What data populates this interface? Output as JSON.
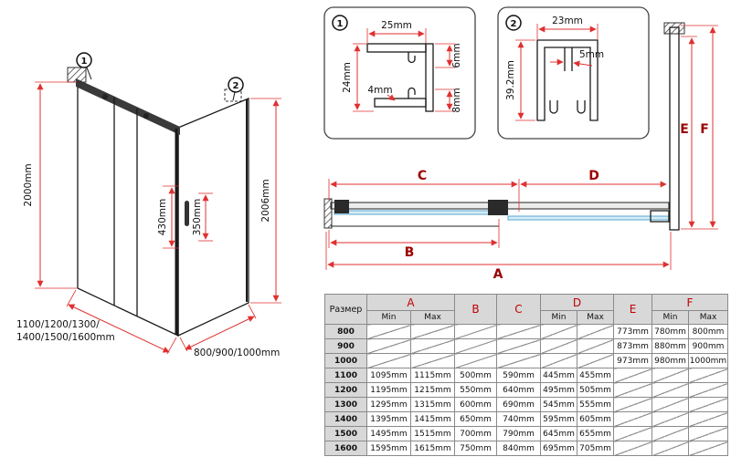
{
  "colors": {
    "dimension_red": "#e03030",
    "plan_label_red": "#9b0000",
    "table_letter_red": "#c00000",
    "glass_blue": "#58a7cf",
    "header_gray": "#d8d8d8"
  },
  "drawing": {
    "callout1": "1",
    "callout2": "2",
    "left_height": "2000mm",
    "handle_dim_outer": "430mm",
    "handle_dim_inner": "350mm",
    "right_height": "2006mm",
    "width_range_line1": "1100/1200/1300/",
    "width_range_line2": "1400/1500/1600mm",
    "depth_range": "800/900/1000mm"
  },
  "detail1": {
    "callout": "1",
    "dim_top": "25mm",
    "dim_left": "24mm",
    "dim_right_top": "6mm",
    "dim_inner": "4mm",
    "dim_right_bottom": "8mm"
  },
  "detail2": {
    "callout": "2",
    "dim_top": "23mm",
    "dim_slot": "5mm",
    "dim_left": "39.2mm"
  },
  "plan": {
    "label_a": "A",
    "label_b": "B",
    "label_c": "C",
    "label_d": "D",
    "label_e": "E",
    "label_f": "F"
  },
  "table": {
    "size_header": "Размер",
    "col_a": "A",
    "col_b": "B",
    "col_c": "C",
    "col_d": "D",
    "col_e": "E",
    "col_f": "F",
    "min": "Min",
    "max": "Max",
    "rows": [
      {
        "size": "800",
        "e": "773mm",
        "f_min": "780mm",
        "f_max": "800mm"
      },
      {
        "size": "900",
        "e": "873mm",
        "f_min": "880mm",
        "f_max": "900mm"
      },
      {
        "size": "1000",
        "e": "973mm",
        "f_min": "980mm",
        "f_max": "1000mm"
      },
      {
        "size": "1100",
        "a_min": "1095mm",
        "a_max": "1115mm",
        "b": "500mm",
        "c": "590mm",
        "d_min": "445mm",
        "d_max": "455mm"
      },
      {
        "size": "1200",
        "a_min": "1195mm",
        "a_max": "1215mm",
        "b": "550mm",
        "c": "640mm",
        "d_min": "495mm",
        "d_max": "505mm"
      },
      {
        "size": "1300",
        "a_min": "1295mm",
        "a_max": "1315mm",
        "b": "600mm",
        "c": "690mm",
        "d_min": "545mm",
        "d_max": "555mm"
      },
      {
        "size": "1400",
        "a_min": "1395mm",
        "a_max": "1415mm",
        "b": "650mm",
        "c": "740mm",
        "d_min": "595mm",
        "d_max": "605mm"
      },
      {
        "size": "1500",
        "a_min": "1495mm",
        "a_max": "1515mm",
        "b": "700mm",
        "c": "790mm",
        "d_min": "645mm",
        "d_max": "655mm"
      },
      {
        "size": "1600",
        "a_min": "1595mm",
        "a_max": "1615mm",
        "b": "750mm",
        "c": "840mm",
        "d_min": "695mm",
        "d_max": "705mm"
      }
    ]
  }
}
